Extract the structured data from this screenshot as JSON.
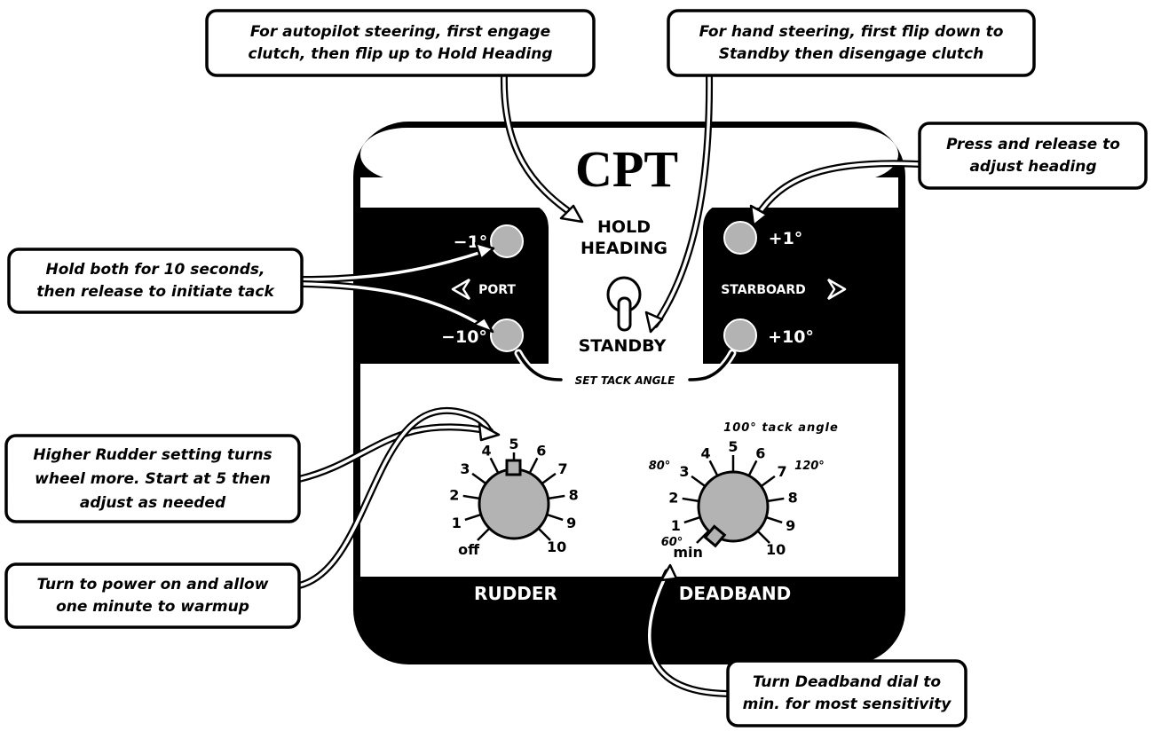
{
  "panel": {
    "brand": "CPT",
    "hold_heading": [
      "HOLD",
      "HEADING"
    ],
    "standby": "STANDBY",
    "port": {
      "label": "PORT",
      "minus1": "−1°",
      "minus10": "−10°"
    },
    "starboard": {
      "label": "STARBOARD",
      "plus1": "+1°",
      "plus10": "+10°"
    },
    "set_tack_angle": "SET TACK ANGLE",
    "rudder": {
      "label": "RUDDER",
      "ticks": [
        "off",
        "1",
        "2",
        "3",
        "4",
        "5",
        "6",
        "7",
        "8",
        "9",
        "10"
      ]
    },
    "deadband": {
      "label": "DEADBAND",
      "ticks": [
        "min",
        "1",
        "2",
        "3",
        "4",
        "5",
        "6",
        "7",
        "8",
        "9",
        "10"
      ],
      "tack_angles": {
        "a60": "60°",
        "a80": "80°",
        "a100": "100° tack angle",
        "a120": "120°"
      }
    }
  },
  "callouts": {
    "autopilot": [
      "For autopilot steering, first engage",
      "clutch, then flip up to Hold Heading"
    ],
    "hand": [
      "For hand steering, first flip down to",
      "Standby then disengage clutch"
    ],
    "press": [
      "Press and release to",
      "adjust heading"
    ],
    "hold_both": [
      "Hold both for 10 seconds,",
      "then release to initiate tack"
    ],
    "rudder": [
      "Higher Rudder setting turns",
      "wheel more. Start at 5 then",
      "adjust as needed"
    ],
    "power": [
      "Turn to power on and allow",
      "one minute to warmup"
    ],
    "deadband": [
      "Turn Deadband dial to",
      "min. for most sensitivity"
    ]
  },
  "colors": {
    "panel": "#000000",
    "face": "#ffffff",
    "button": "#b3b3b3",
    "text": "#000000"
  }
}
